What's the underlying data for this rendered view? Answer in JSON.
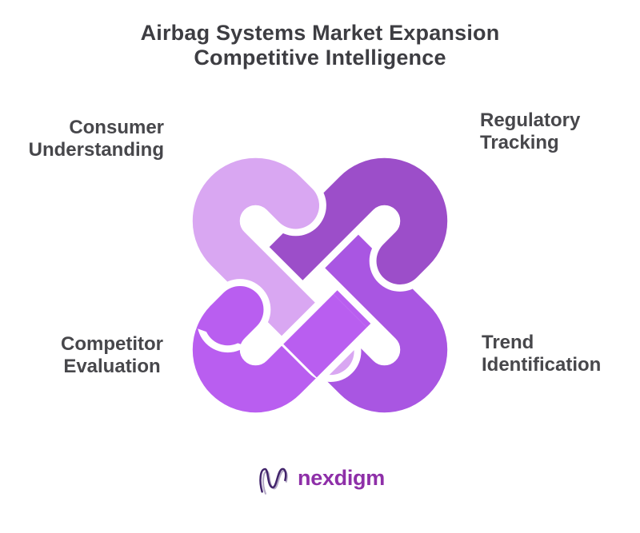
{
  "title": {
    "line1": "Airbag Systems Market Expansion",
    "line2": "Competitive Intelligence",
    "color": "#3d3d42"
  },
  "labels": {
    "color": "#47474b",
    "top_left": {
      "line1": "Consumer",
      "line2": "Understanding"
    },
    "top_right": {
      "line1": "Regulatory",
      "line2": "Tracking"
    },
    "bottom_left": {
      "line1": "Competitor",
      "line2": "Evaluation"
    },
    "bottom_right": {
      "line1": "Trend",
      "line2": "Identification"
    }
  },
  "knot": {
    "colors": {
      "top_left": "#d9a7f2",
      "top_right": "#9c4ec9",
      "bottom_right": "#a956e2",
      "bottom_left": "#b95ef0"
    }
  },
  "logo": {
    "text": "nexdigm",
    "text_color": "#8e2fa8",
    "mark_dark": "#42246b",
    "mark_light": "#b4a9c6"
  }
}
